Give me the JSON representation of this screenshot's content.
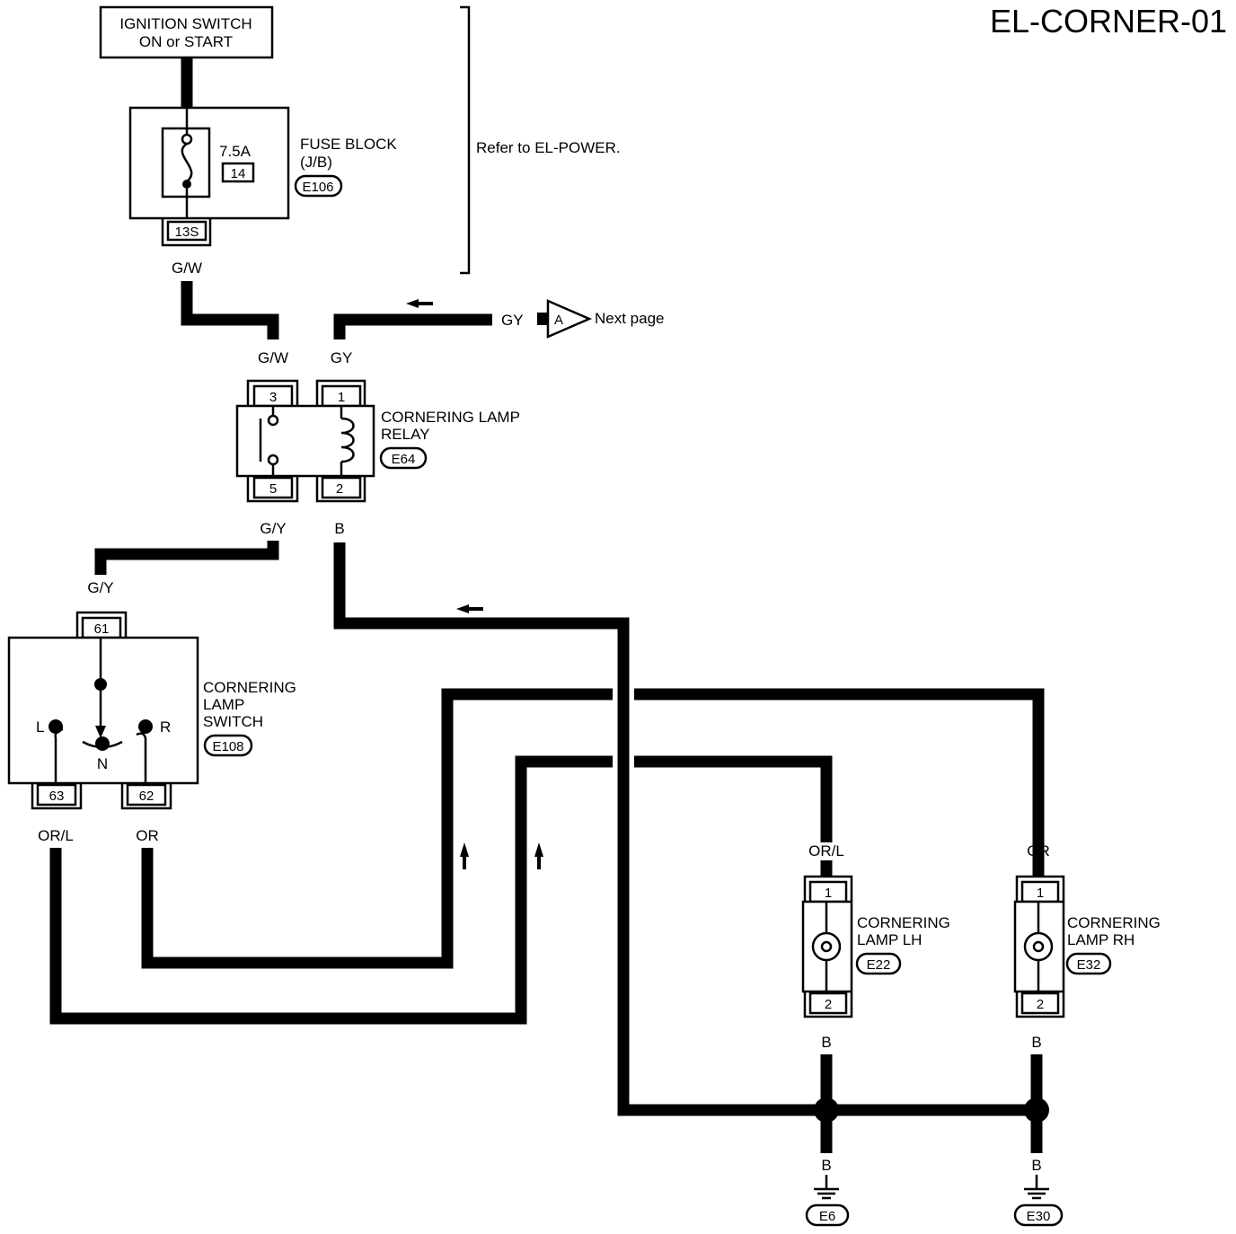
{
  "page_id": "EL-CORNER-01",
  "ignition": {
    "line1": "IGNITION SWITCH",
    "line2": "ON or START"
  },
  "fuse_block": {
    "rating": "7.5A",
    "fuse_no": "14",
    "label1": "FUSE BLOCK",
    "label2": "(J/B)",
    "connector": "E106",
    "terminal": "13S"
  },
  "refer_note": "Refer to EL-POWER.",
  "next_page": {
    "wire": "GY",
    "marker": "A",
    "text": "Next page"
  },
  "relay": {
    "label1": "CORNERING LAMP",
    "label2": "RELAY",
    "connector": "E64",
    "pins": {
      "top_left": "3",
      "top_right": "1",
      "bottom_left": "5",
      "bottom_right": "2"
    }
  },
  "switch": {
    "label1": "CORNERING",
    "label2": "LAMP",
    "label3": "SWITCH",
    "connector": "E108",
    "pin_top": "61",
    "pin_left": "63",
    "pin_right": "62",
    "pos_left": "L",
    "pos_right": "R",
    "pos_neutral": "N"
  },
  "lamp_lh": {
    "label1": "CORNERING",
    "label2": "LAMP LH",
    "connector": "E22",
    "pin_top": "1",
    "pin_bottom": "2"
  },
  "lamp_rh": {
    "label1": "CORNERING",
    "label2": "LAMP RH",
    "connector": "E32",
    "pin_top": "1",
    "pin_bottom": "2"
  },
  "wires": {
    "gw_fuse": "G/W",
    "gw_relay": "G/W",
    "gy_relay": "GY",
    "gy_relay_out": "G/Y",
    "b_relay": "B",
    "gy_switch": "G/Y",
    "orl_switch": "OR/L",
    "or_switch": "OR",
    "orl_lamp": "OR/L",
    "or_lamp": "OR",
    "b_lamp_lh": "B",
    "b_lamp_rh": "B",
    "b_ground_lh": "B",
    "b_ground_rh": "B"
  },
  "grounds": {
    "lh": "E6",
    "rh": "E30"
  }
}
